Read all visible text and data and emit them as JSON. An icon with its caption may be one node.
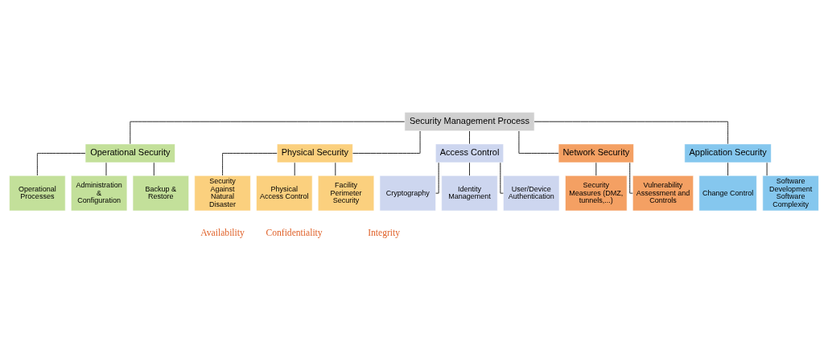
{
  "diagram": {
    "nodes": [
      {
        "text": [
          "Security Management Process"
        ]
      },
      {
        "text": [
          "Physical Security"
        ]
      },
      {
        "text": [
          "Access Control"
        ]
      },
      {
        "text": [
          "Operational Security"
        ]
      },
      {
        "text": [
          "Network Security"
        ]
      },
      {
        "text": [
          "Application Security"
        ]
      },
      {
        "text": [
          "Security Against Natural Disaster"
        ]
      },
      {
        "text": [
          "Physical Access Control"
        ]
      },
      {
        "text": [
          "Facility Perimeter Security"
        ]
      },
      {
        "text": [
          "Operational Processes"
        ]
      },
      {
        "text": [
          "Backup & Restore"
        ]
      },
      {
        "text": [
          "Administration & Configuration"
        ]
      },
      {
        "text": [
          "Software Development Software Complexity"
        ]
      },
      {
        "text": [
          "Change Control"
        ]
      },
      {
        "text": [
          "Cryptography"
        ]
      },
      {
        "text": [
          "Identity Management"
        ]
      },
      {
        "text": [
          "User/Device Authentication"
        ]
      },
      {
        "text": [
          "Vulnerability Assessment and Controls"
        ]
      },
      {
        "text": [
          "Security Measures (DMZ, tunnels,...)"
        ]
      }
    ],
    "edges": [
      {
        "from": 0,
        "to": 1,
        "arrow": "none"
      },
      {
        "from": 0,
        "to": 2,
        "arrow": "none"
      },
      {
        "from": 0,
        "to": 3,
        "arrow": "none"
      },
      {
        "from": 0,
        "to": 4,
        "arrow": "none"
      },
      {
        "from": 0,
        "to": 5,
        "arrow": "none"
      },
      {
        "from": 1,
        "to": 6,
        "arrow": "none"
      },
      {
        "from": 1,
        "to": 7,
        "arrow": "none"
      },
      {
        "from": 1,
        "to": 8,
        "arrow": "none"
      },
      {
        "from": 3,
        "to": 9,
        "arrow": "none"
      },
      {
        "from": 3,
        "to": 10,
        "arrow": "none"
      },
      {
        "from": 3,
        "to": 11,
        "arrow": "none"
      },
      {
        "from": 5,
        "to": 12,
        "arrow": "none"
      },
      {
        "from": 5,
        "to": 13,
        "arrow": "none"
      },
      {
        "from": 2,
        "to": 14,
        "arrow": "none"
      },
      {
        "from": 2,
        "to": 15,
        "arrow": "none"
      },
      {
        "from": 2,
        "to": 16,
        "arrow": "none"
      },
      {
        "from": 4,
        "to": 17,
        "arrow": "none"
      },
      {
        "from": 4,
        "to": 18,
        "arrow": "none"
      }
    ],
    "labels": [
      "Availability",
      "Confidentiality",
      "Integrity"
    ]
  }
}
